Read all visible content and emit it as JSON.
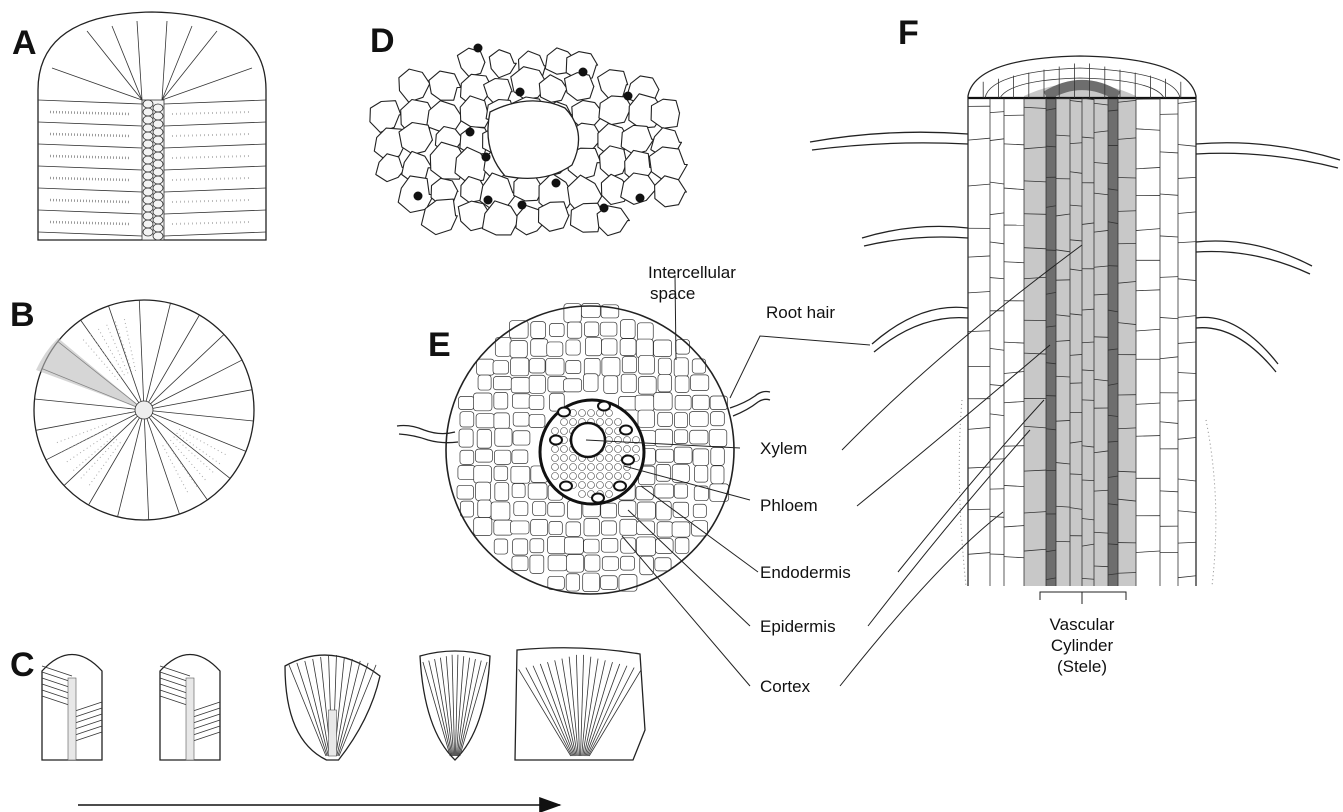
{
  "panels": {
    "a": "A",
    "b": "B",
    "c": "C",
    "d": "D",
    "e": "E",
    "f": "F"
  },
  "labels": {
    "intercellular_line1": "Intercellular",
    "intercellular_line2": "space",
    "root_hair": "Root hair",
    "xylem": "Xylem",
    "phloem": "Phloem",
    "endodermis": "Endodermis",
    "epidermis": "Epidermis",
    "cortex": "Cortex",
    "vascular_line1": "Vascular",
    "vascular_line2": "Cylinder",
    "vascular_line3": "(Stele)"
  },
  "colors": {
    "ink": "#222222",
    "stele_fill": "#c8c8c8",
    "xylem_strand": "#6e6e6e",
    "background": "#ffffff"
  }
}
